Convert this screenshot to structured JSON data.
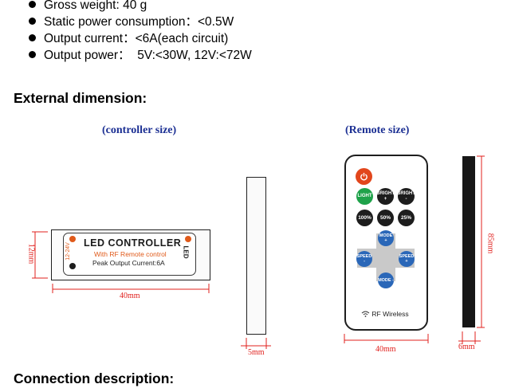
{
  "specs": [
    {
      "label": "Gross weight:",
      "value": "40 g"
    },
    {
      "label": "Static power consumption：",
      "value": "<0.5W"
    },
    {
      "label": "Output current：",
      "value": "<6A(each circuit)"
    },
    {
      "label": "Output power：",
      "value": "5V:<30W, 12V:<72W"
    }
  ],
  "headings": {
    "external": "External dimension:",
    "connection": "Connection description:"
  },
  "captions": {
    "controller": "(controller size)",
    "remote": "(Remote size)"
  },
  "controller": {
    "title": "LED CONTROLLER",
    "subtitle": "With RF Remote control",
    "peak": "Peak Output Current:6A",
    "voltage": "12-24V",
    "led": "LED",
    "dim_width": "40mm",
    "dim_height": "12mm"
  },
  "side": {
    "dim_width": "5mm"
  },
  "remote": {
    "buttons_row1": [
      "LIGHT",
      "BRIGHT +",
      "BRIGHT -"
    ],
    "buttons_row2": [
      "100%",
      "50%",
      "25%"
    ],
    "mode_plus": "MODE +",
    "mode_minus": "MODE -",
    "speed_minus": "SPEED -",
    "speed_plus": "SPEED +",
    "rf_label": "RF Wireless",
    "dim_width": "40mm",
    "dim_height": "85mm",
    "dim_thickness": "6mm"
  },
  "colors": {
    "caption": "#1b2f93",
    "dimension": "#e0201d",
    "power_button": "#e2461c",
    "light_button": "#1fa24a",
    "blue_button": "#2a67b8"
  }
}
